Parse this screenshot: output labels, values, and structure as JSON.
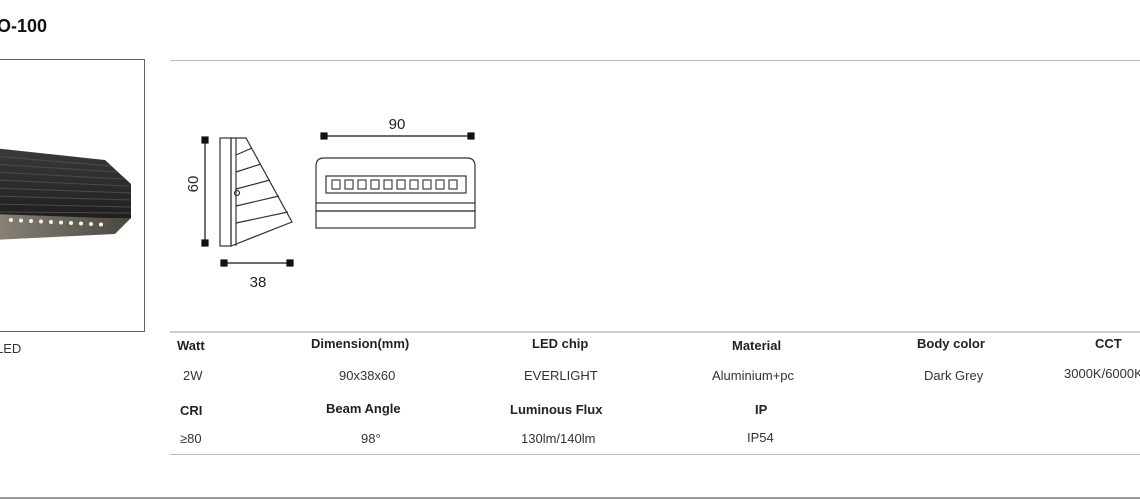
{
  "product": {
    "model": "O-100",
    "photo_caption": "LED"
  },
  "drawing": {
    "dim_height": "60",
    "dim_depth": "38",
    "dim_width": "90"
  },
  "specs": {
    "row1": {
      "labels": [
        "Watt",
        "Dimension(mm)",
        "LED chip",
        "Material",
        "Body color",
        "CCT"
      ],
      "values": [
        "2W",
        "90x38x60",
        "EVERLIGHT",
        "Aluminium+pc",
        "Dark Grey",
        "3000K/6000K"
      ]
    },
    "row2": {
      "labels": [
        "CRI",
        "Beam Angle",
        "Luminous Flux",
        "IP"
      ],
      "values": [
        "≥80",
        "98°",
        "130lm/140lm",
        "IP54"
      ]
    }
  }
}
